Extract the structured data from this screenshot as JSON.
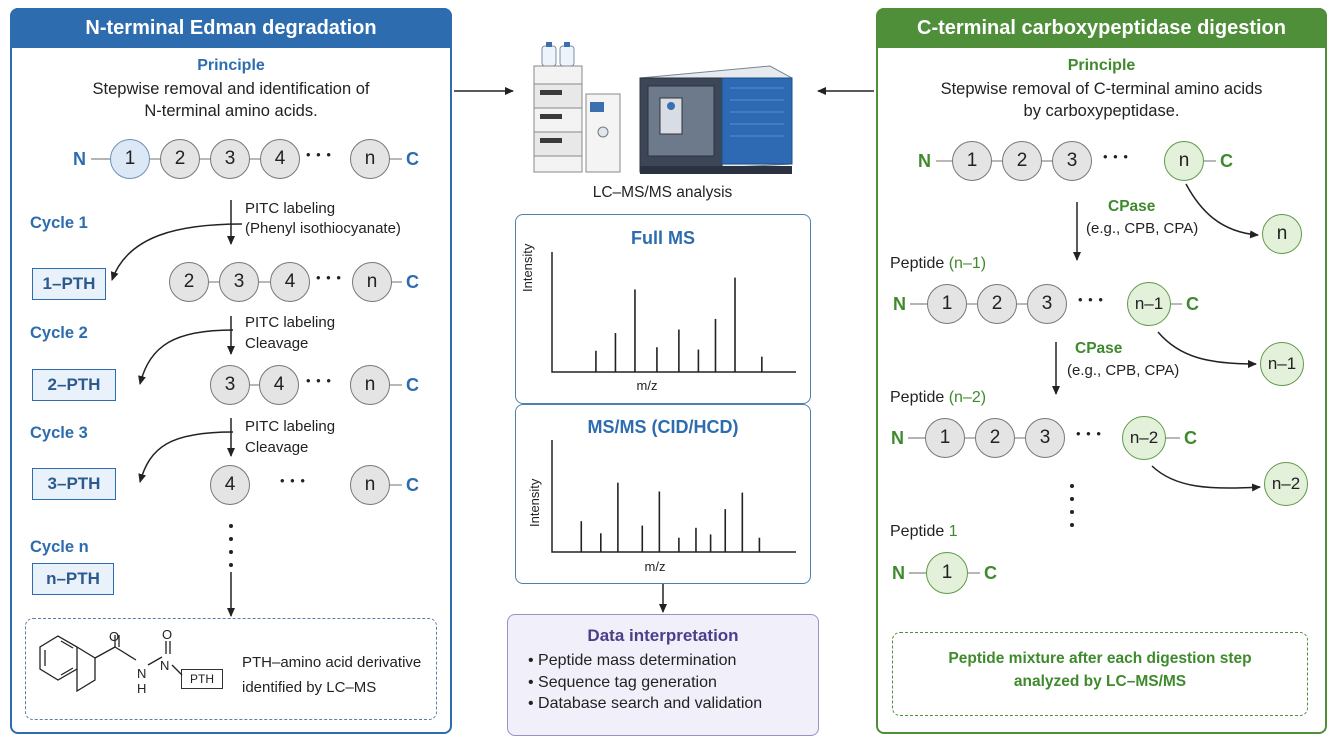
{
  "left": {
    "title": "N-terminal Edman degradation",
    "principle_label": "Principle",
    "principle_line1": "Stepwise removal and identification of",
    "principle_line2": "N-terminal amino acids.",
    "n": "N",
    "c": "C",
    "chain": [
      "1",
      "2",
      "3",
      "4",
      "n"
    ],
    "cycles": [
      {
        "label": "Cycle 1",
        "pth": "1–PTH",
        "step1": "PITC labeling",
        "step2": "(Phenyl isothiocyanate)",
        "residues": [
          "2",
          "3",
          "4",
          "n"
        ]
      },
      {
        "label": "Cycle 2",
        "pth": "2–PTH",
        "step1": "PITC labeling",
        "step2": "Cleavage",
        "residues": [
          "3",
          "4",
          "n"
        ]
      },
      {
        "label": "Cycle 3",
        "pth": "3–PTH",
        "step1": "PITC labeling",
        "step2": "Cleavage",
        "residues": [
          "4",
          "n"
        ]
      },
      {
        "label": "Cycle n",
        "pth": "n–PTH"
      }
    ],
    "dots": "• • •",
    "structure": {
      "o1": "O",
      "o2": "O",
      "n1": "N",
      "n2": "N",
      "h": "H",
      "pth_tag": "PTH"
    },
    "derivative_line1": "PTH–amino acid derivative",
    "derivative_line2": "identified by LC–MS"
  },
  "center": {
    "instrument_label": "LC–MS/MS analysis",
    "full_ms": {
      "title": "Full MS",
      "xlabel": "m/z",
      "ylabel": "Intensity",
      "chart_data": {
        "type": "bar",
        "title": "Full MS",
        "xlabel": "m/z",
        "ylabel": "Intensity",
        "xlim": [
          0,
          100
        ],
        "ylim": [
          0,
          100
        ],
        "x": [
          18,
          26,
          34,
          43,
          52,
          60,
          67,
          75,
          86
        ],
        "values": [
          18,
          33,
          70,
          21,
          36,
          19,
          45,
          80,
          13
        ]
      }
    },
    "msms": {
      "title": "MS/MS (CID/HCD)",
      "xlabel": "m/z",
      "ylabel": "Intensity",
      "chart_data": {
        "type": "bar",
        "title": "MS/MS (CID/HCD)",
        "xlabel": "m/z",
        "ylabel": "Intensity",
        "xlim": [
          0,
          100
        ],
        "ylim": [
          0,
          100
        ],
        "x": [
          12,
          20,
          27,
          37,
          44,
          52,
          59,
          65,
          71,
          78,
          85
        ],
        "values": [
          28,
          17,
          63,
          24,
          55,
          13,
          22,
          16,
          39,
          54,
          13
        ]
      }
    },
    "data_interp": {
      "title": "Data interpretation",
      "items": [
        "Peptide mass determination",
        "Sequence tag generation",
        "Database search and validation"
      ]
    }
  },
  "right": {
    "title": "C-terminal carboxypeptidase digestion",
    "principle_label": "Principle",
    "principle_line1": "Stepwise removal of C-terminal amino acids",
    "principle_line2": "by carboxypeptidase.",
    "n": "N",
    "c": "C",
    "chain": [
      "1",
      "2",
      "3",
      "n"
    ],
    "cpase_label": "CPase",
    "cpase_example": "(e.g., CPB, CPA)",
    "released": [
      "n",
      "n–1",
      "n–2"
    ],
    "peptides": [
      {
        "label_prefix": "Peptide ",
        "label_suffix": "(n–1)",
        "residues": [
          "1",
          "2",
          "3",
          "n–1"
        ]
      },
      {
        "label_prefix": "Peptide ",
        "label_suffix": "(n–2)",
        "residues": [
          "1",
          "2",
          "3",
          "n–2"
        ]
      },
      {
        "label_prefix": "Peptide ",
        "label_suffix": "1",
        "residues": [
          "1"
        ]
      }
    ],
    "dots": "• • •",
    "summary_line1": "Peptide mixture after each digestion step",
    "summary_line2": "analyzed by LC–MS/MS"
  },
  "colors": {
    "blue": "#2d6cae",
    "green": "#4f8f3a",
    "purple": "#4b3f8a"
  }
}
